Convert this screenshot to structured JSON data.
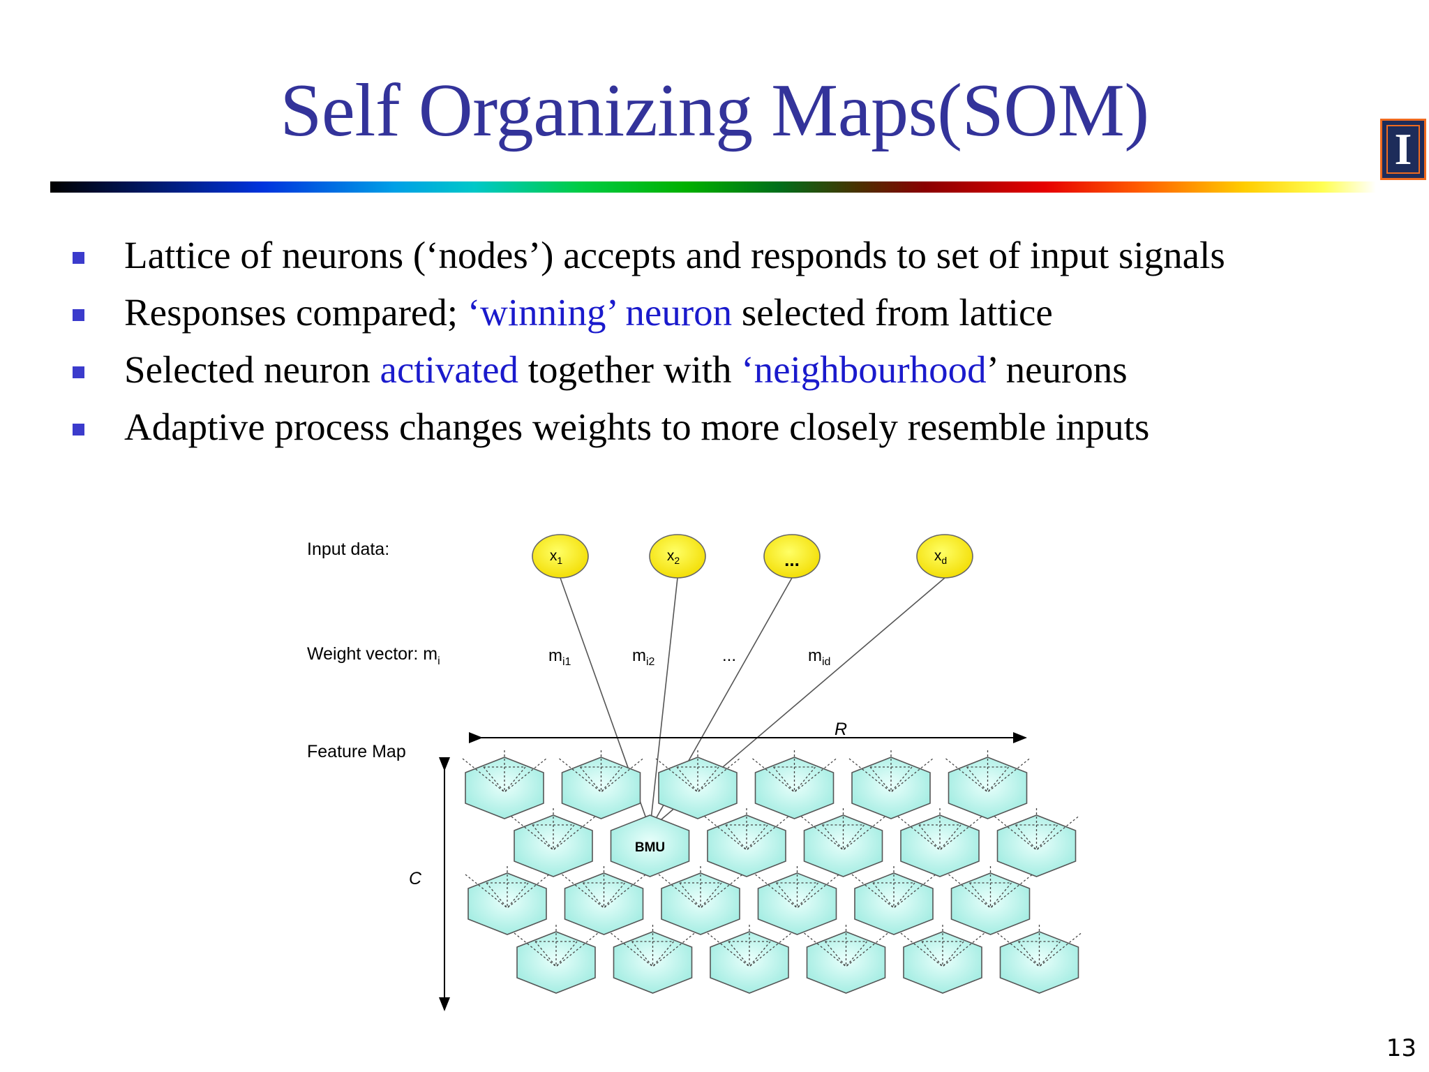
{
  "slide": {
    "title": "Self Organizing Maps(SOM)",
    "page_number": "13",
    "logo_letter": "I",
    "bullets": [
      {
        "parts": [
          {
            "text": "Lattice of neurons (‘nodes’) accepts and responds to set of input signals",
            "hl": false
          }
        ]
      },
      {
        "parts": [
          {
            "text": "Responses compared; ",
            "hl": false
          },
          {
            "text": "‘winning’ neuron",
            "hl": true
          },
          {
            "text": " selected from lattice",
            "hl": false
          }
        ]
      },
      {
        "parts": [
          {
            "text": "Selected neuron ",
            "hl": false
          },
          {
            "text": "activated",
            "hl": true
          },
          {
            "text": " together with ",
            "hl": false
          },
          {
            "text": "‘neighbourhood",
            "hl": true
          },
          {
            "text": "’ neurons",
            "hl": false
          }
        ]
      },
      {
        "parts": [
          {
            "text": "Adaptive process changes weights to more closely resemble inputs",
            "hl": false
          }
        ]
      }
    ],
    "colors": {
      "title": "#33339a",
      "bullet_marker": "#3b3bcc",
      "highlight_text": "#1a1acc",
      "input_node_fill": "#ffee00",
      "hex_fill": "#b4f4ec",
      "logo_bg": "#1d2c5a",
      "logo_border": "#ee6a20"
    }
  },
  "diagram": {
    "row_labels": {
      "input": "Input data:",
      "weight": "Weight vector: m",
      "weight_sub": "i",
      "feature": "Feature Map"
    },
    "input_nodes": [
      {
        "main": "x",
        "sub": "1"
      },
      {
        "main": "x",
        "sub": "2"
      },
      {
        "main": "...",
        "sub": ""
      },
      {
        "main": "x",
        "sub": "d"
      }
    ],
    "weight_labels": [
      {
        "main": "m",
        "sub": "i1"
      },
      {
        "main": "m",
        "sub": "i2"
      },
      {
        "main": "...",
        "sub": ""
      },
      {
        "main": "m",
        "sub": "id"
      }
    ],
    "axis_r_label": "R",
    "axis_c_label": "C",
    "bmu_label": "BMU",
    "grid": {
      "rows": 4,
      "cols": 6,
      "bmu_row": 1,
      "bmu_col": 1
    }
  }
}
